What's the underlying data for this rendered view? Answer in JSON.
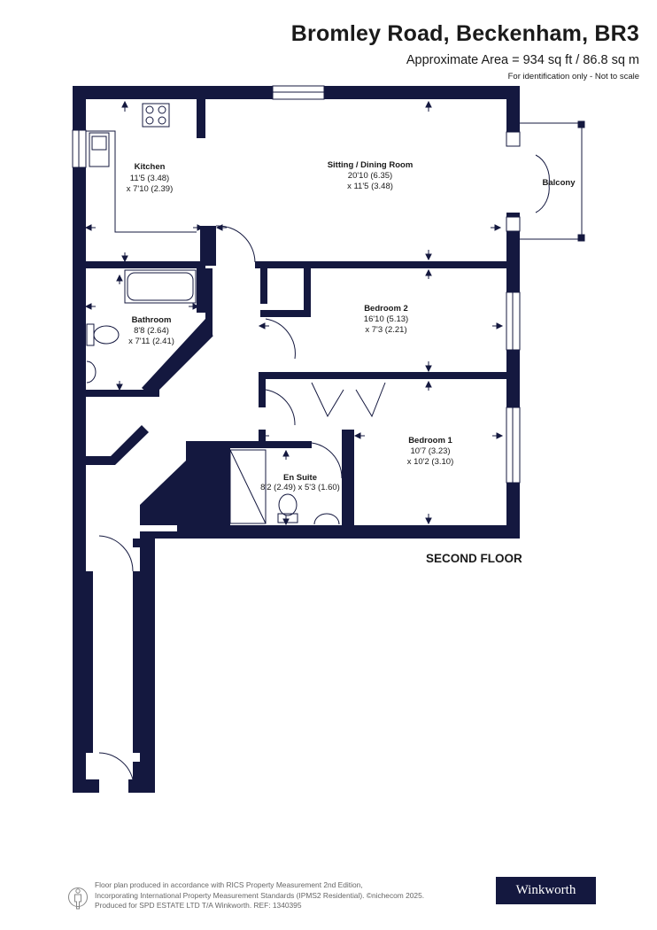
{
  "header": {
    "title": "Bromley Road, Beckenham, BR3",
    "area": "Approximate Area = 934 sq ft / 86.8 sq m",
    "note": "For identification only - Not to scale"
  },
  "rooms": {
    "kitchen": {
      "name": "Kitchen",
      "dim1": "11'5 (3.48)",
      "dim2": "x 7'10 (2.39)"
    },
    "sitting": {
      "name": "Sitting / Dining Room",
      "dim1": "20'10 (6.35)",
      "dim2": "x 11'5 (3.48)"
    },
    "balcony": {
      "name": "Balcony"
    },
    "bathroom": {
      "name": "Bathroom",
      "dim1": "8'8 (2.64)",
      "dim2": "x 7'11 (2.41)"
    },
    "bedroom2": {
      "name": "Bedroom 2",
      "dim1": "16'10 (5.13)",
      "dim2": "x 7'3 (2.21)"
    },
    "bedroom1": {
      "name": "Bedroom 1",
      "dim1": "10'7 (3.23)",
      "dim2": "x 10'2 (3.10)"
    },
    "ensuite": {
      "name": "En Suite",
      "dims": "8'2 (2.49) x 5'3 (1.60)"
    }
  },
  "floor_label": "SECOND FLOOR",
  "footer": {
    "line1": "Floor plan produced in accordance with RICS Property Measurement 2nd Edition,",
    "line2": "Incorporating International Property Measurement Standards (IPMS2 Residential).  ©nichecom 2025.",
    "line3": "Produced for SPD ESTATE LTD T/A Winkworth.   REF:  1340395"
  },
  "brand": "Winkworth",
  "colors": {
    "wall": "#14183f",
    "brand_bg": "#14183f"
  }
}
